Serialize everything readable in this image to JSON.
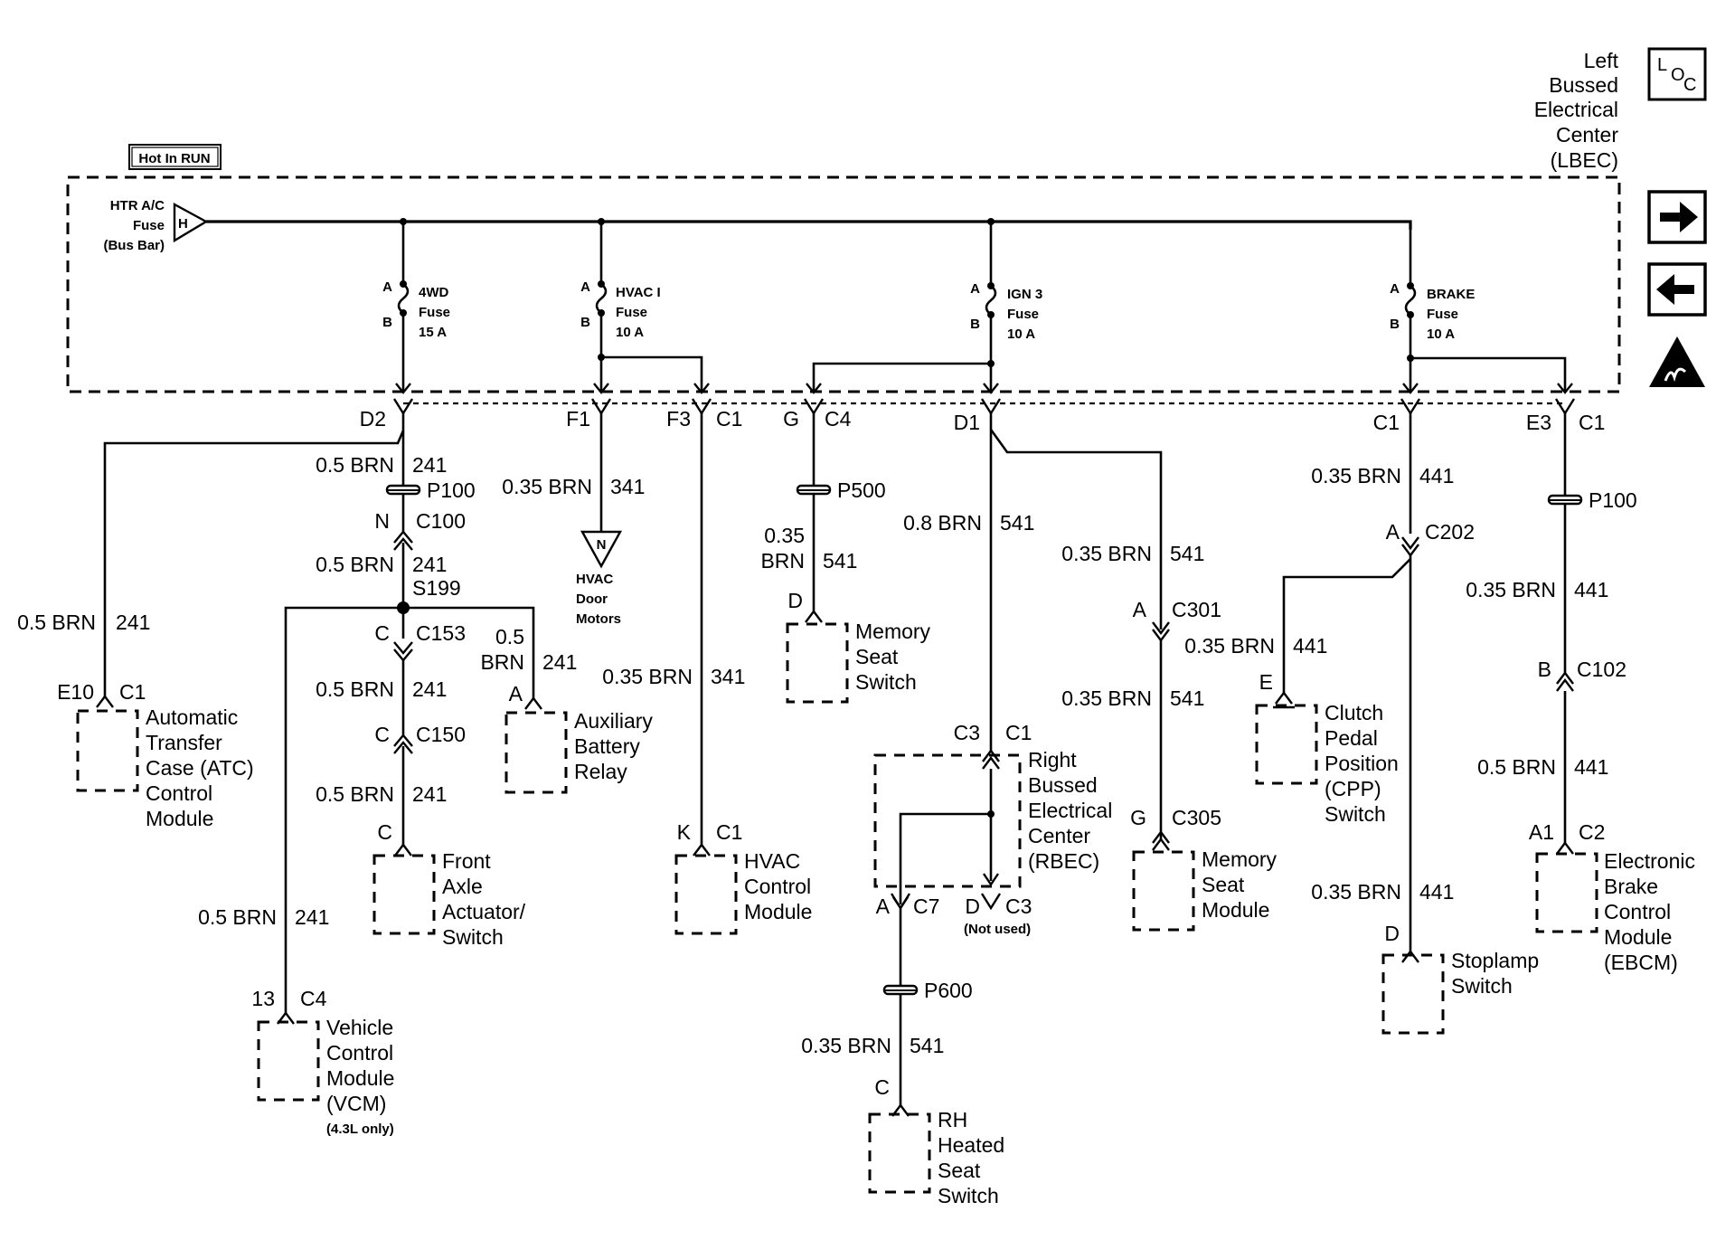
{
  "header": {
    "hot_label": "Hot In RUN",
    "lbec_lines": [
      "Left",
      "Bussed",
      "Electrical",
      "Center",
      "(LBEC)"
    ],
    "loc_icon": {
      "letters": [
        "L",
        "O",
        "C"
      ],
      "name": "loc-icon"
    },
    "nav_icons": [
      "arrow-right-icon",
      "arrow-left-icon",
      "esd-warning-icon"
    ]
  },
  "source": {
    "label_lines": [
      "HTR A/C",
      "Fuse",
      "(Bus Bar)"
    ],
    "terminal": "H"
  },
  "fuses": [
    {
      "pin_in": "A",
      "pin_out": "B",
      "lines": [
        "4WD",
        "Fuse",
        "15 A"
      ]
    },
    {
      "pin_in": "A",
      "pin_out": "B",
      "lines": [
        "HVAC I",
        "Fuse",
        "10 A"
      ]
    },
    {
      "pin_in": "A",
      "pin_out": "B",
      "lines": [
        "IGN 3",
        "Fuse",
        "10 A"
      ]
    },
    {
      "pin_in": "A",
      "pin_out": "B",
      "lines": [
        "BRAKE",
        "Fuse",
        "10 A"
      ]
    }
  ],
  "connector_labels": {
    "d2": "D2",
    "f1": "F1",
    "f3": "F3",
    "c1_f3": "C1",
    "g": "G",
    "c4_g": "C4",
    "d1": "D1",
    "c1_brake": "C1",
    "e3": "E3",
    "c1_e3": "C1",
    "n": "N",
    "c100": "C100",
    "s199": "S199",
    "c": "C",
    "c153": "C153",
    "c150_pin": "C",
    "c150": "C150",
    "front_pin": "C",
    "e10": "E10",
    "c1_atc": "C1",
    "aux_pin": "A",
    "vcm_pin": "13",
    "vcm_conn": "C4",
    "d_mem": "D",
    "k_hvac": "K",
    "c1_hvac": "C1",
    "c3_rbec": "C3",
    "c1_rbec": "C1",
    "a_c7": "A",
    "c7": "C7",
    "d_c3": "D",
    "c3": "C3",
    "not_used": "(Not used)",
    "rh_pin": "C",
    "a_c301": "A",
    "c301": "C301",
    "g_c305": "G",
    "c305": "C305",
    "a_c202": "A",
    "c202": "C202",
    "e_cpp": "E",
    "d_stop": "D",
    "b_c102": "B",
    "c102": "C102",
    "a1_ebcm": "A1",
    "c2_ebcm": "C2"
  },
  "splices": {
    "p100_a": "P100",
    "p500": "P500",
    "p600": "P600",
    "p100_b": "P100"
  },
  "wires": {
    "w_241_top": [
      "0.5 BRN",
      "241"
    ],
    "w_241_mid": [
      "0.5 BRN",
      "241"
    ],
    "w_241_c153": [
      "0.5 BRN",
      "241"
    ],
    "w_241_c150": [
      "0.5 BRN",
      "241"
    ],
    "w_241_atc": [
      "0.5 BRN",
      "241"
    ],
    "w_241_aux": [
      "0.5",
      "BRN",
      "241"
    ],
    "w_241_vcm": [
      "0.5 BRN",
      "241"
    ],
    "w_341_hvac_door": [
      "0.35 BRN",
      "341"
    ],
    "w_341_hvac_ctrl": [
      "0.35 BRN",
      "341"
    ],
    "w_541_mem": [
      "0.35",
      "BRN",
      "541"
    ],
    "w_541_main": [
      "0.8 BRN",
      "541"
    ],
    "w_541_rh": [
      "0.35 BRN",
      "541"
    ],
    "w_541_c301_a": [
      "0.35 BRN",
      "541"
    ],
    "w_541_c301_b": [
      "0.35 BRN",
      "541"
    ],
    "w_441_top": [
      "0.35 BRN",
      "441"
    ],
    "w_441_cpp": [
      "0.35 BRN",
      "441"
    ],
    "w_441_stop": [
      "0.35 BRN",
      "441"
    ],
    "w_441_e3": [
      "0.35 BRN",
      "441"
    ],
    "w_441_ebcm": [
      "0.5 BRN",
      "441"
    ]
  },
  "components": {
    "hvac_door": {
      "terminal": "N",
      "lines": [
        "HVAC",
        "Door",
        "Motors"
      ]
    },
    "atc": [
      "Automatic",
      "Transfer",
      "Case (ATC)",
      "Control",
      "Module"
    ],
    "aux": [
      "Auxiliary",
      "Battery",
      "Relay"
    ],
    "front": [
      "Front",
      "Axle",
      "Actuator/",
      "Switch"
    ],
    "vcm": [
      "Vehicle",
      "Control",
      "Module",
      "(VCM)"
    ],
    "vcm_note": "(4.3L only)",
    "mem_switch": [
      "Memory",
      "Seat",
      "Switch"
    ],
    "hvac_ctrl": [
      "HVAC",
      "Control",
      "Module"
    ],
    "rbec": [
      "Right",
      "Bussed",
      "Electrical",
      "Center",
      "(RBEC)"
    ],
    "rh_seat": [
      "RH",
      "Heated",
      "Seat",
      "Switch"
    ],
    "mem_module": [
      "Memory",
      "Seat",
      "Module"
    ],
    "cpp": [
      "Clutch",
      "Pedal",
      "Position",
      "(CPP)",
      "Switch"
    ],
    "stoplamp": [
      "Stoplamp",
      "Switch"
    ],
    "ebcm": [
      "Electronic",
      "Brake",
      "Control",
      "Module",
      "(EBCM)"
    ]
  }
}
